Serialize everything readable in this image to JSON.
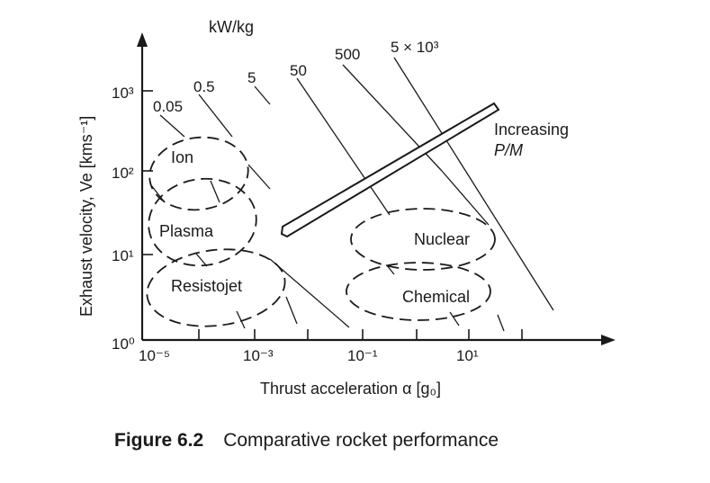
{
  "unit_label": "kW/kg",
  "power_lines": [
    "0.05",
    "0.5",
    "5",
    "50",
    "500",
    "5 × 10³"
  ],
  "regions": [
    "Ion",
    "Plasma",
    "Resistojet",
    "Nuclear",
    "Chemical"
  ],
  "arrow_label_line1": "Increasing",
  "arrow_label_line2": "P/M",
  "x_axis": {
    "label": "Thrust acceleration α [g₀]",
    "ticks": [
      "10⁻⁵",
      "10⁻³",
      "10⁻¹",
      "10¹"
    ]
  },
  "y_axis": {
    "label": "Exhaust velocity, Ve [kms⁻¹]",
    "ticks": [
      "10⁰",
      "10¹",
      "10²",
      "10³"
    ]
  },
  "caption_number": "Figure 6.2",
  "caption_text": "Comparative rocket performance"
}
